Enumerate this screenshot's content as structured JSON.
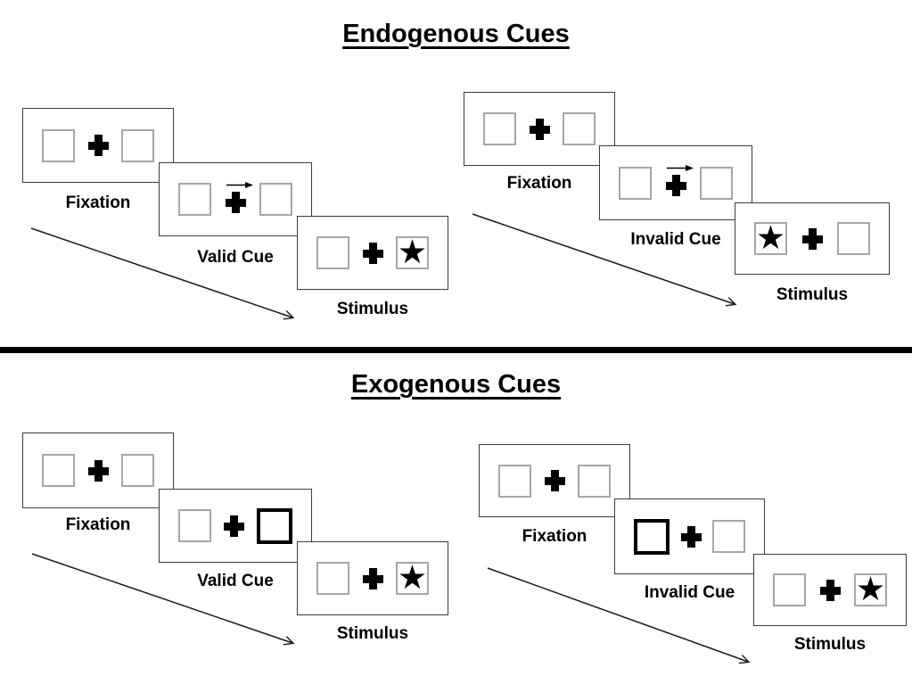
{
  "page": {
    "type": "attention-cueing-paradigm-diagram"
  },
  "glyphs": {
    "star": "★"
  },
  "colors": {
    "ink": "#000000",
    "panel_border": "#3b3b3b",
    "box_border": "#a6a6a6",
    "divider": "#000000"
  },
  "sections": [
    {
      "title": "Endogenous Cues",
      "groups": [
        {
          "name": "valid-trial",
          "panels": [
            {
              "label": "Fixation",
              "left_box": "empty",
              "center": "fixation-cross",
              "right_box": "empty"
            },
            {
              "label": "Valid Cue",
              "left_box": "empty",
              "center": "fixation-cross-with-right-arrow",
              "right_box": "empty"
            },
            {
              "label": "Stimulus",
              "left_box": "empty",
              "center": "fixation-cross",
              "right_box": "star"
            }
          ]
        },
        {
          "name": "invalid-trial",
          "panels": [
            {
              "label": "Fixation",
              "left_box": "empty",
              "center": "fixation-cross",
              "right_box": "empty"
            },
            {
              "label": "Invalid Cue",
              "left_box": "empty",
              "center": "fixation-cross-with-right-arrow",
              "right_box": "empty"
            },
            {
              "label": "Stimulus",
              "left_box": "star",
              "center": "fixation-cross",
              "right_box": "empty"
            }
          ]
        }
      ]
    },
    {
      "title": "Exogenous Cues",
      "groups": [
        {
          "name": "valid-trial",
          "panels": [
            {
              "label": "Fixation",
              "left_box": "empty",
              "center": "fixation-cross",
              "right_box": "empty"
            },
            {
              "label": "Valid Cue",
              "left_box": "empty",
              "center": "fixation-cross",
              "right_box": "highlighted"
            },
            {
              "label": "Stimulus",
              "left_box": "empty",
              "center": "fixation-cross",
              "right_box": "star"
            }
          ]
        },
        {
          "name": "invalid-trial",
          "panels": [
            {
              "label": "Fixation",
              "left_box": "empty",
              "center": "fixation-cross",
              "right_box": "empty"
            },
            {
              "label": "Invalid Cue",
              "left_box": "highlighted",
              "center": "fixation-cross",
              "right_box": "empty"
            },
            {
              "label": "Stimulus",
              "left_box": "empty",
              "center": "fixation-cross",
              "right_box": "star"
            }
          ]
        }
      ]
    }
  ]
}
